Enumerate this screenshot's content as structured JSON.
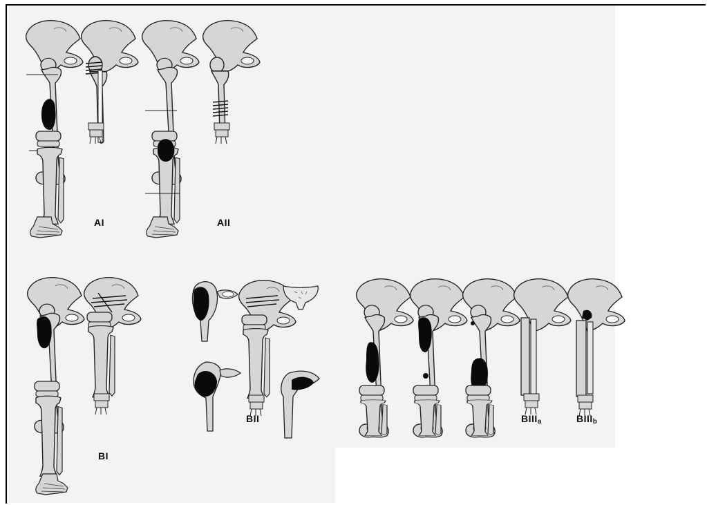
{
  "labels": {
    "a1": "AI",
    "a2": "AII",
    "b1": "BI",
    "b2": "BII",
    "b3a_main": "BIII",
    "b3a_sub": "a",
    "b3b_main": "BIII",
    "b3b_sub": "b"
  },
  "colors": {
    "bone_fill": "#d6d6d6",
    "bone_outline": "#222222",
    "tumor": "#0a0a0a",
    "scan_background": "#f3f3f3",
    "ghost_text": "#cfcfcf"
  }
}
